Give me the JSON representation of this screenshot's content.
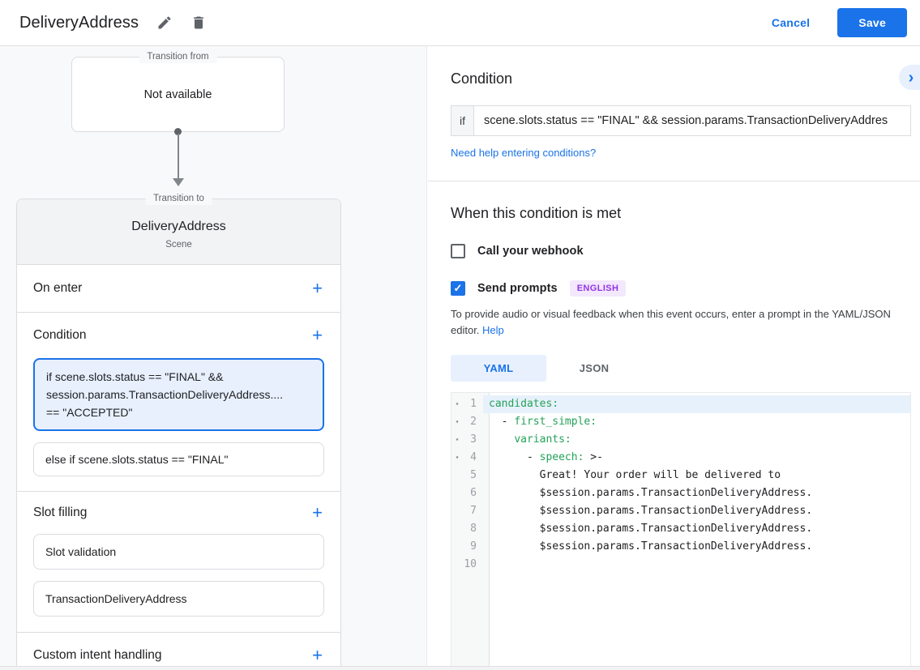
{
  "header": {
    "title": "DeliveryAddress",
    "cancel": "Cancel",
    "save": "Save"
  },
  "icons": {
    "plus": "+",
    "chevron_right": "›",
    "check": "✓",
    "fold": "▾"
  },
  "canvas": {
    "from_box": {
      "legend": "Transition from",
      "value": "Not available"
    },
    "scene_card": {
      "legend": "Transition to",
      "name": "DeliveryAddress",
      "subtitle": "Scene",
      "on_enter_label": "On enter",
      "condition_label": "Condition",
      "condition_selected_lines": [
        "if scene.slots.status == \"FINAL\" &&",
        "session.params.TransactionDeliveryAddress....",
        "== \"ACCEPTED\""
      ],
      "condition_else": "else if scene.slots.status == \"FINAL\"",
      "slot_filling_label": "Slot filling",
      "slot_cards": [
        "Slot validation",
        "TransactionDeliveryAddress"
      ],
      "custom_intent_label": "Custom intent handling"
    }
  },
  "panel": {
    "title": "Condition",
    "if_label": "if",
    "if_value": "scene.slots.status == \"FINAL\" && session.params.TransactionDeliveryAddres",
    "help_link": "Need help entering conditions?",
    "when_title": "When this condition is met",
    "webhook_label": "Call your webhook",
    "send_prompts_label": "Send prompts",
    "language_badge": "ENGLISH",
    "description": "To provide audio or visual feedback when this event occurs, enter a prompt in the YAML/JSON editor.",
    "description_link": "Help",
    "tabs": {
      "yaml": "YAML",
      "json": "JSON"
    }
  },
  "editor": {
    "active_tab": "YAML",
    "lines": [
      {
        "n": "1",
        "fold": true,
        "active": true,
        "segs": [
          {
            "c": "key",
            "t": "candidates:"
          }
        ]
      },
      {
        "n": "2",
        "fold": true,
        "segs": [
          {
            "c": "plain",
            "t": "  - "
          },
          {
            "c": "key",
            "t": "first_simple:"
          }
        ]
      },
      {
        "n": "3",
        "fold": true,
        "segs": [
          {
            "c": "plain",
            "t": "    "
          },
          {
            "c": "key",
            "t": "variants:"
          }
        ]
      },
      {
        "n": "4",
        "fold": true,
        "segs": [
          {
            "c": "plain",
            "t": "      - "
          },
          {
            "c": "key",
            "t": "speech:"
          },
          {
            "c": "plain",
            "t": " >-"
          }
        ]
      },
      {
        "n": "5",
        "segs": [
          {
            "c": "plain",
            "t": "        Great! Your order will be delivered to"
          }
        ]
      },
      {
        "n": "6",
        "segs": [
          {
            "c": "plain",
            "t": "        $session.params.TransactionDeliveryAddress."
          }
        ]
      },
      {
        "n": "7",
        "segs": [
          {
            "c": "plain",
            "t": "        $session.params.TransactionDeliveryAddress."
          }
        ]
      },
      {
        "n": "8",
        "segs": [
          {
            "c": "plain",
            "t": "        $session.params.TransactionDeliveryAddress."
          }
        ]
      },
      {
        "n": "9",
        "segs": [
          {
            "c": "plain",
            "t": "        $session.params.TransactionDeliveryAddress."
          }
        ]
      },
      {
        "n": "10",
        "segs": []
      }
    ]
  },
  "colors": {
    "accent": "#1a73e8",
    "key_green": "#23a258",
    "selected_card_bg": "#e8f0fe",
    "badge_bg": "#f3e8fd",
    "badge_text": "#9334e6"
  }
}
